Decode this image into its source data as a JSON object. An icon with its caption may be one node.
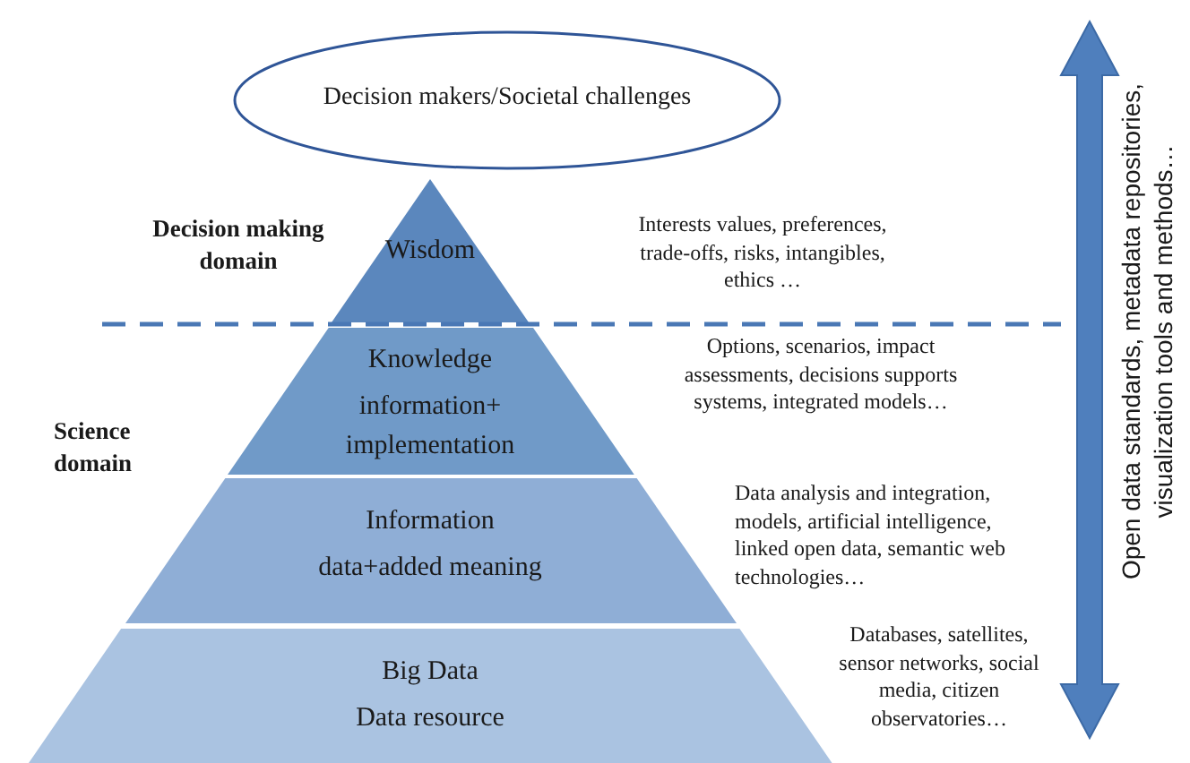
{
  "diagram": {
    "nodes": [
      {
        "text": [
          "Decision makers/Societal challenges"
        ]
      },
      {
        "text": [
          "Wisdom"
        ]
      },
      {
        "text": [
          "Knowledge",
          "information+ implementation"
        ]
      },
      {
        "text": [
          "Information",
          "data+added meaning"
        ]
      },
      {
        "text": [
          "Big Data",
          "Data resource"
        ]
      }
    ],
    "labels": [
      "Decision making domain",
      "Interests values, preferences, trade-offs, risks, intangibles, ethics …",
      "Options, scenarios, impact assessments, decisions supports systems, integrated models…",
      "Science domain",
      "Data analysis and integration, models, artificial intelligence, linked open data, semantic web technologies…",
      "Databases, satellites, sensor networks, social media, citizen observatories…",
      "Open data standards, metadata repositories, visualization tools and methods…"
    ]
  }
}
